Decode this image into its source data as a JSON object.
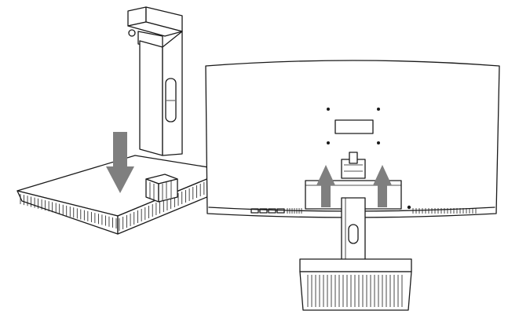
{
  "diagram": {
    "steps": [
      {
        "action": "lower-stand-onto-base",
        "direction": "down"
      },
      {
        "action": "attach-stand-to-monitor-back",
        "direction": "up"
      }
    ],
    "colors": {
      "arrow": "#7f7f7f",
      "line": "#1a1a1a",
      "background": "#ffffff"
    }
  }
}
